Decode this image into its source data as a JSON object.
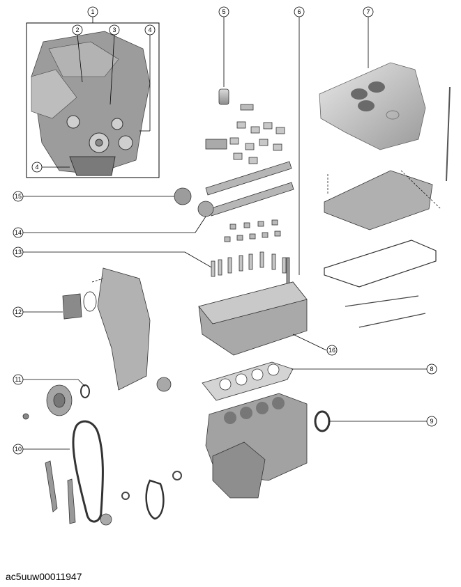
{
  "callouts": [
    {
      "id": "1",
      "label": "1"
    },
    {
      "id": "2",
      "label": "2"
    },
    {
      "id": "3",
      "label": "3"
    },
    {
      "id": "4a",
      "label": "4"
    },
    {
      "id": "4b",
      "label": "4"
    },
    {
      "id": "5",
      "label": "5"
    },
    {
      "id": "6",
      "label": "6"
    },
    {
      "id": "7",
      "label": "7"
    },
    {
      "id": "8",
      "label": "8"
    },
    {
      "id": "9",
      "label": "9"
    },
    {
      "id": "10",
      "label": "10"
    },
    {
      "id": "11",
      "label": "11"
    },
    {
      "id": "12",
      "label": "12"
    },
    {
      "id": "13",
      "label": "13"
    },
    {
      "id": "14",
      "label": "14"
    },
    {
      "id": "15",
      "label": "15"
    },
    {
      "id": "16",
      "label": "16"
    }
  ],
  "reference_code": "ac5uuw00011947",
  "colors": {
    "line": "#000000",
    "part_light": "#d6d6d6",
    "part_mid": "#a8a8a8",
    "part_dark": "#6e6e6e"
  }
}
